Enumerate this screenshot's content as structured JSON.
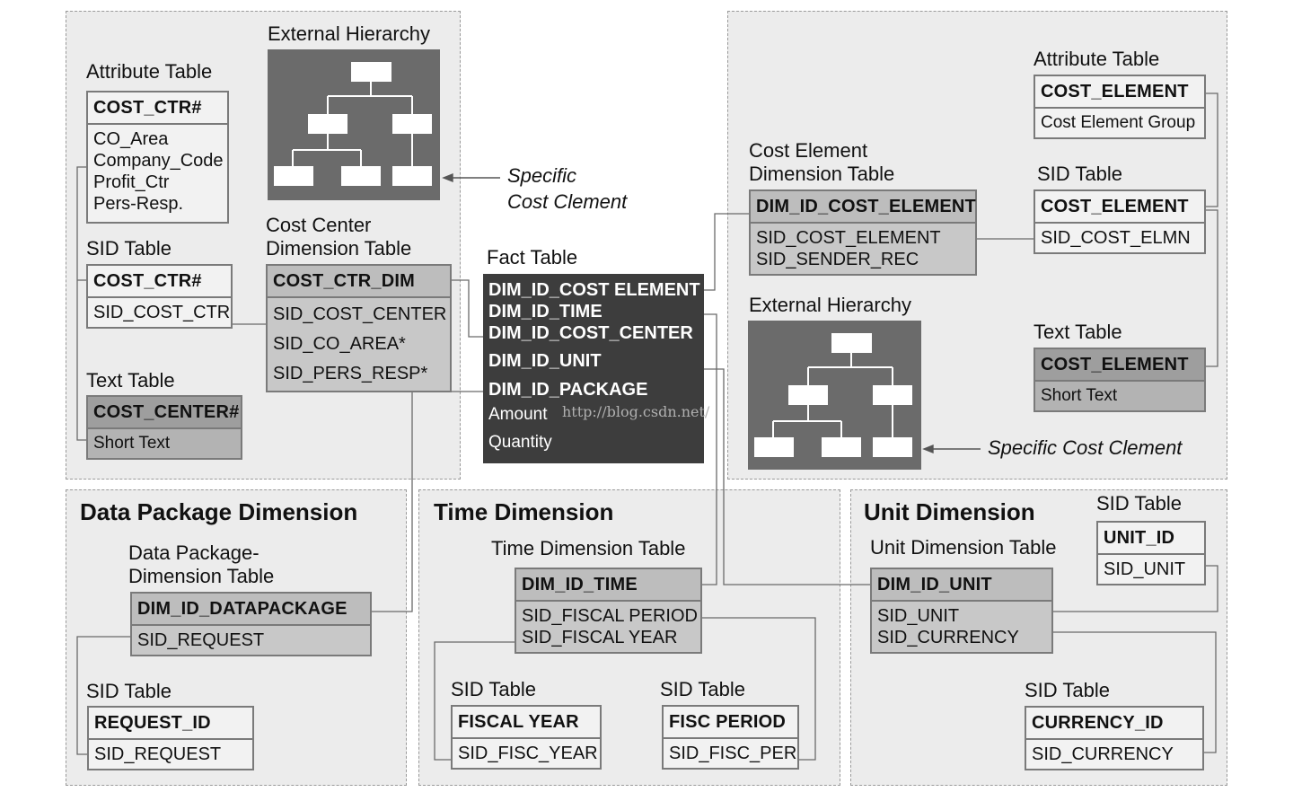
{
  "panels": {
    "data_package": {
      "title": "Data Package Dimension"
    },
    "time": {
      "title": "Time Dimension"
    },
    "unit": {
      "title": "Unit Dimension"
    }
  },
  "cost_center": {
    "external_hierarchy_label": "External Hierarchy",
    "specific_label": [
      "Specific",
      "Cost Clement"
    ],
    "attribute_label": "Attribute Table",
    "attribute_table": {
      "header": "COST_CTR#",
      "rows": [
        "CO_Area",
        "Company_Code",
        "Profit_Ctr",
        "Pers-Resp."
      ]
    },
    "sid_label": "SID Table",
    "sid_table": {
      "header": "COST_CTR#",
      "rows": [
        "SID_COST_CTR"
      ]
    },
    "text_label": "Text Table",
    "text_table": {
      "header": "COST_CENTER#",
      "rows": [
        "Short Text"
      ]
    },
    "dim_label": [
      "Cost Center",
      "Dimension Table"
    ],
    "dim_table": {
      "header": "COST_CTR_DIM",
      "rows": [
        "SID_COST_CENTER",
        "SID_CO_AREA*",
        "SID_PERS_RESP*"
      ]
    }
  },
  "fact": {
    "label": "Fact Table",
    "bold_rows": [
      "DIM_ID_COST ELEMENT",
      "DIM_ID_TIME",
      "DIM_ID_COST_CENTER",
      "DIM_ID_UNIT",
      "DIM_ID_PACKAGE"
    ],
    "normal_rows": [
      "Amount",
      "Quantity"
    ]
  },
  "watermark": "http://blog.csdn.net/",
  "cost_element": {
    "attribute_label": "Attribute Table",
    "attribute_table": {
      "header": "COST_ELEMENT",
      "rows": [
        "Cost Element Group"
      ]
    },
    "dim_label": [
      "Cost Element",
      "Dimension Table"
    ],
    "dim_table": {
      "header": "DIM_ID_COST_ELEMENT",
      "rows": [
        "SID_COST_ELEMENT",
        "SID_SENDER_REC"
      ]
    },
    "sid_label": "SID Table",
    "sid_table": {
      "header": "COST_ELEMENT",
      "rows": [
        "SID_COST_ELMN"
      ]
    },
    "external_hierarchy_label": "External Hierarchy",
    "text_label": "Text Table",
    "text_table": {
      "header": "COST_ELEMENT",
      "rows": [
        "Short Text"
      ]
    },
    "specific_label": "Specific Cost Clement"
  },
  "data_package": {
    "dim_label": [
      "Data Package-",
      "Dimension Table"
    ],
    "dim_table": {
      "header": "DIM_ID_DATAPACKAGE",
      "rows": [
        "SID_REQUEST"
      ]
    },
    "sid_label": "SID Table",
    "sid_table": {
      "header": "REQUEST_ID",
      "rows": [
        "SID_REQUEST"
      ]
    }
  },
  "time": {
    "dim_label": "Time Dimension Table",
    "dim_table": {
      "header": "DIM_ID_TIME",
      "rows": [
        "SID_FISCAL PERIOD",
        "SID_FISCAL YEAR"
      ]
    },
    "sid1_label": "SID Table",
    "sid1_table": {
      "header": "FISCAL YEAR",
      "rows": [
        "SID_FISC_YEAR"
      ]
    },
    "sid2_label": "SID Table",
    "sid2_table": {
      "header": "FISC PERIOD",
      "rows": [
        "SID_FISC_PER"
      ]
    }
  },
  "unit": {
    "dim_label": "Unit Dimension Table",
    "dim_table": {
      "header": "DIM_ID_UNIT",
      "rows": [
        "SID_UNIT",
        "SID_CURRENCY"
      ]
    },
    "sid1_label": "SID Table",
    "sid1_table": {
      "header": "UNIT_ID",
      "rows": [
        "SID_UNIT"
      ]
    },
    "sid2_label": "SID Table",
    "sid2_table": {
      "header": "CURRENCY_ID",
      "rows": [
        "SID_CURRENCY"
      ]
    }
  }
}
